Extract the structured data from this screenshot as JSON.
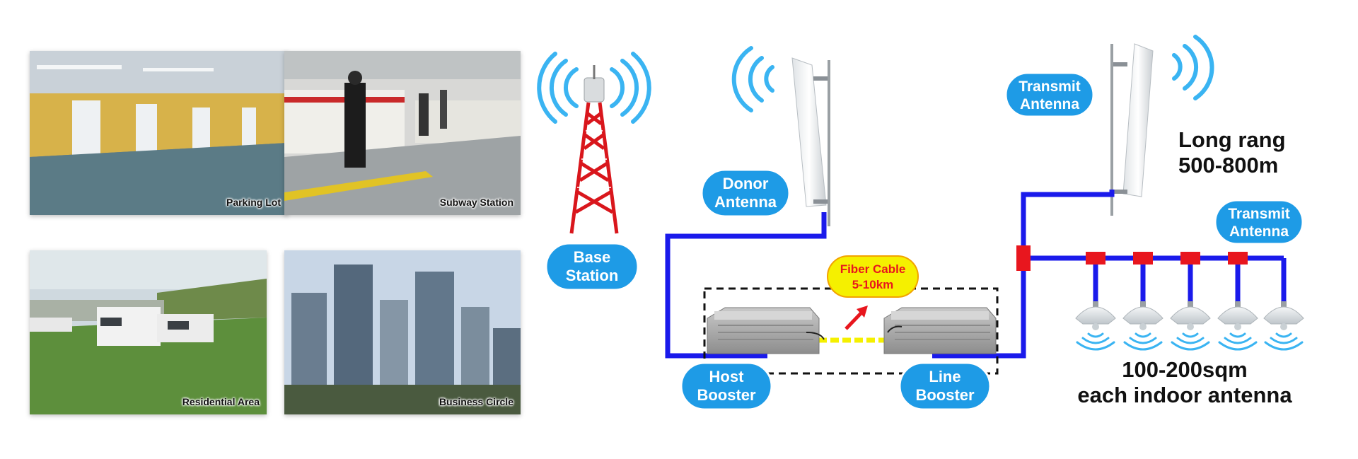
{
  "photos": [
    {
      "caption": "Parking Lot"
    },
    {
      "caption": "Subway Station"
    },
    {
      "caption": "Residential Area"
    },
    {
      "caption": "Business Circle"
    }
  ],
  "labels": {
    "base_station": [
      "Base",
      "Station"
    ],
    "donor_antenna": [
      "Donor",
      "Antenna"
    ],
    "transmit_antenna_top": [
      "Transmit",
      "Antenna"
    ],
    "transmit_antenna_side": [
      "Transmit",
      "Antenna"
    ],
    "host_booster": [
      "Host",
      "Booster"
    ],
    "line_booster": [
      "Line",
      "Booster"
    ],
    "fiber_cable": [
      "Fiber Cable",
      "5-10km"
    ]
  },
  "range_text": {
    "line1": "Long rang",
    "line2": "500-800m"
  },
  "coverage_text": {
    "line1": "100-200sqm",
    "line2": "each indoor antenna"
  },
  "colors": {
    "pill_blue": "#1e9be6",
    "cable_blue": "#1a1aeb",
    "splitter_red": "#e8161e",
    "fiber_yellow": "#f5f000",
    "signal_blue": "#3ab4f2"
  },
  "icons": {
    "tower": "cell-tower-icon",
    "panel_antenna": "panel-antenna-icon",
    "booster": "signal-booster-icon",
    "ceiling_antenna": "ceiling-antenna-icon"
  }
}
